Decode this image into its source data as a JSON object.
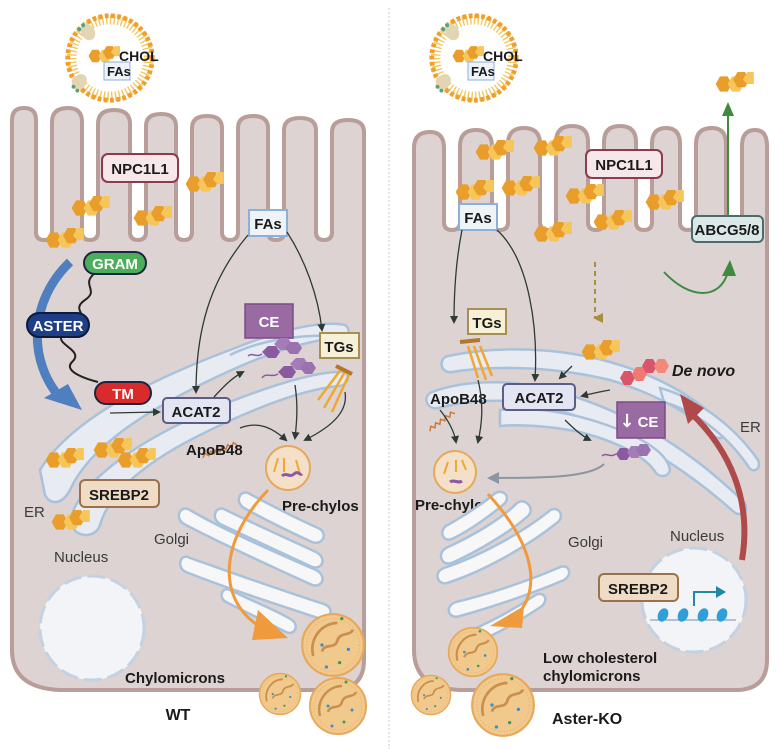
{
  "colors": {
    "cell_fill": "#dcd3d2",
    "cell_border": "#b89d99",
    "cholesterol": "#f0a830",
    "er_fill": "#e8ecf2",
    "er_border": "#a9c2dc",
    "arrow_dark": "#2e3a34",
    "aster_arrow": "#4f7fbf",
    "gram": "#4cae5a",
    "aster": "#1e3e86",
    "tm": "#d92b2b",
    "ce": "#9a6aa3",
    "srebp_fill": "#efdcc6",
    "srebp_border": "#9a7148",
    "tgs_fill": "#f6f0d6",
    "tgs_border": "#a68f52",
    "npc_fill": "#f6e7ea",
    "npc_border": "#8b3b4c",
    "fas_fill": "#eef3f8",
    "fas_border": "#8cb0d8",
    "acat_fill": "#e3e5f2",
    "acat_border": "#5a5e86",
    "abcg_fill": "#dbe8e8",
    "abcg_border": "#4e6b6b",
    "abcg_arrow": "#3f8a3f",
    "denovo_arrow": "#b04a4a",
    "orange_arrow": "#ef9a3c",
    "chylo": "#f1c586",
    "divider": "#c8c8c8"
  },
  "wt_panel": {
    "micelle": {
      "chol_label": "CHOL",
      "fas_label": "FAs"
    },
    "npc1l1": "NPC1L1",
    "fas": "FAs",
    "gram": "GRAM",
    "aster": "ASTER",
    "tm": "TM",
    "ce": "CE",
    "tgs": "TGs",
    "acat2": "ACAT2",
    "apob48": "ApoB48",
    "srebp2": "SREBP2",
    "er": "ER",
    "golgi": "Golgi",
    "nucleus": "Nucleus",
    "pre_chylos": "Pre-chylos",
    "chylomicrons": "Chylomicrons",
    "caption": "WT"
  },
  "ko_panel": {
    "micelle": {
      "chol_label": "CHOL",
      "fas_label": "FAs"
    },
    "npc1l1": "NPC1L1",
    "fas": "FAs",
    "abcg": "ABCG5/8",
    "tgs": "TGs",
    "acat2": "ACAT2",
    "apob48": "ApoB48",
    "de_novo": "De novo",
    "ce_down_arrow": "↓",
    "ce": "CE",
    "er": "ER",
    "golgi": "Golgi",
    "nucleus": "Nucleus",
    "srebp2": "SREBP2",
    "pre_chylos": "Pre-chylos",
    "chylomicrons_line1": "Low cholesterol",
    "chylomicrons_line2": "chylomicrons",
    "caption": "Aster-KO"
  }
}
